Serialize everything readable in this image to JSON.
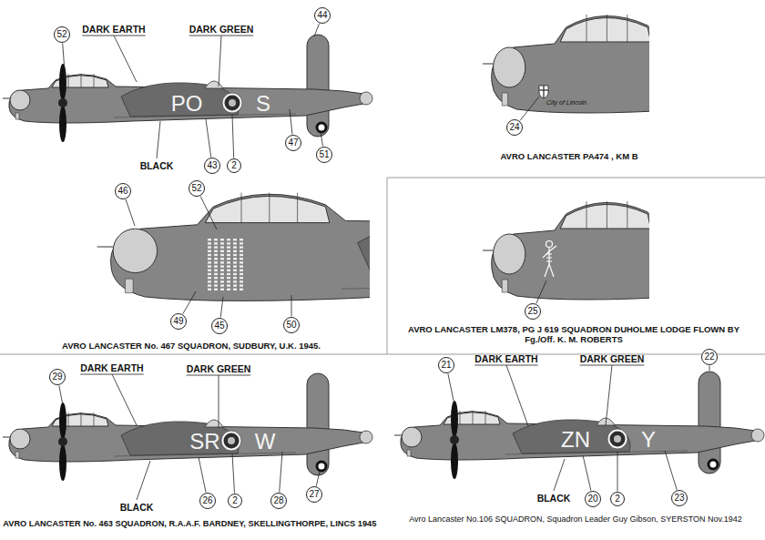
{
  "diagram": {
    "nodes": [
      {
        "text": [
          "52"
        ]
      },
      {
        "text": [
          "44"
        ]
      },
      {
        "text": [
          "43"
        ]
      },
      {
        "text": [
          "2"
        ]
      },
      {
        "text": [
          "47"
        ]
      },
      {
        "text": [
          "51"
        ]
      },
      {
        "text": [
          "46"
        ]
      },
      {
        "text": [
          "52"
        ]
      },
      {
        "text": [
          "49"
        ]
      },
      {
        "text": [
          "45"
        ]
      },
      {
        "text": [
          "50"
        ]
      },
      {
        "text": [
          "24"
        ]
      },
      {
        "text": [
          "25"
        ]
      },
      {
        "text": [
          "29"
        ]
      },
      {
        "text": [
          "26"
        ]
      },
      {
        "text": [
          "2"
        ]
      },
      {
        "text": [
          "28"
        ]
      },
      {
        "text": [
          "27"
        ]
      },
      {
        "text": [
          "21"
        ]
      },
      {
        "text": [
          "22"
        ]
      },
      {
        "text": [
          "20"
        ]
      },
      {
        "text": [
          "2"
        ]
      },
      {
        "text": [
          "23"
        ]
      }
    ],
    "labels": [
      "DARK EARTH",
      "DARK GREEN",
      "PO",
      "S",
      "BLACK",
      "AVRO LANCASTER No. 467 SQUADRON,  SUDBURY, U.K. 1945.",
      "City of Lincoln",
      "AVRO LANCASTER PA474 , KM  B",
      "AVRO LANCASTER LM378, PG J 619 SQUADRON DUHOLME LODGE FLOWN BY Fg./Off.  K. M. ROBERTS",
      "DARK EARTH",
      "DARK GREEN",
      "SR",
      "W",
      "BLACK",
      "AVRO LANCASTER No. 463 SQUADRON, R.A.A.F. BARDNEY, SKELLINGTHORPE, LINCS 1945",
      "DARK EARTH",
      "DARK GREEN",
      "ZN",
      "Y",
      "BLACK",
      "Avro Lancaster No.106 SQUADRON, Squadron Leader Guy Gibson, SYERSTON Nov.1942"
    ]
  }
}
